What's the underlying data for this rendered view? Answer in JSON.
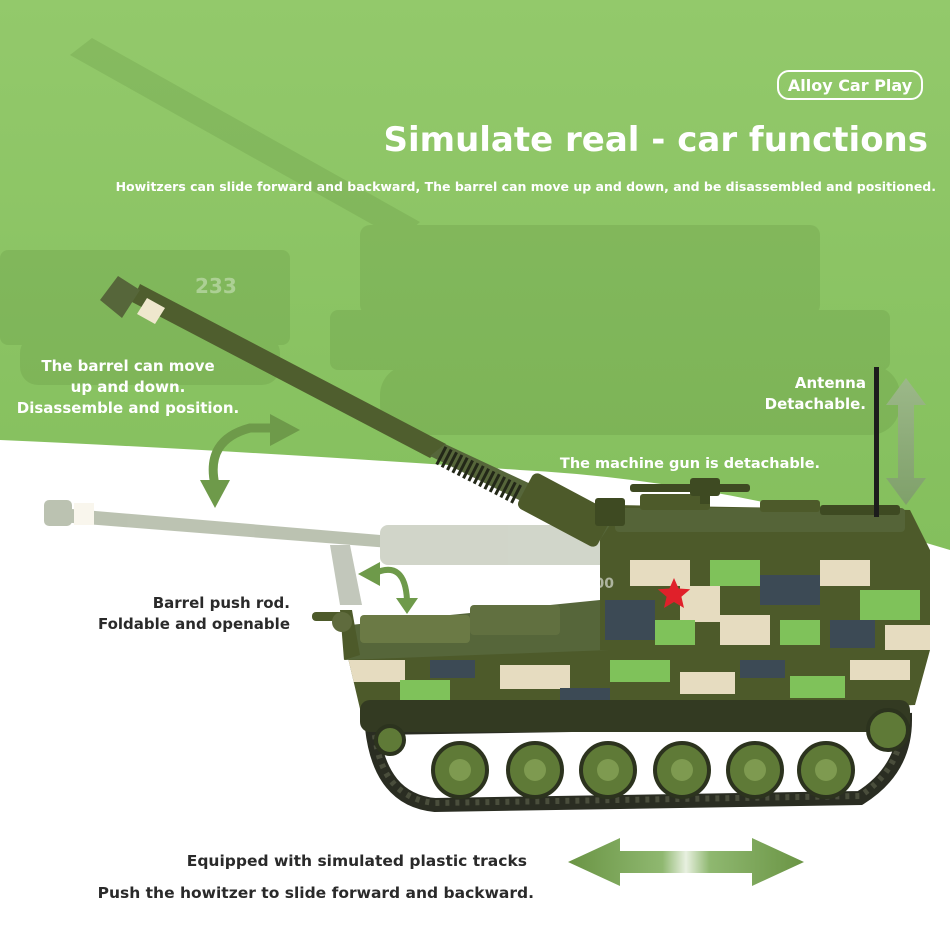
{
  "badge": "Alloy Car Play",
  "headline": "Simulate real - car functions",
  "subline": "Howitzers can slide forward and backward, The barrel can move up and down, and be disassembled and positioned.",
  "callouts": {
    "barrel": [
      "The barrel can move",
      "up and down.",
      "Disassemble and position."
    ],
    "antenna": [
      "Antenna",
      "Detachable."
    ],
    "machine_gun": "The machine gun is detachable.",
    "push_rod": [
      "Barrel push rod.",
      "Foldable and openable"
    ],
    "tracks": "Equipped with simulated plastic tracks",
    "push": "Push the howitzer to slide forward and backward."
  },
  "hull_number": "233",
  "watermark": "Store No.912543300",
  "colors": {
    "banner_green": "#8dc565",
    "arrow_green": "#6e9a4a",
    "tank_olive": "#4d5a2a",
    "camo_light": "#e6dcc0",
    "camo_green": "#7fc25a",
    "camo_dark": "#3c4a55",
    "star_red": "#e0202a"
  },
  "icons": [
    "curved-arrow-icon",
    "double-arrow-icon",
    "red-star-icon"
  ]
}
